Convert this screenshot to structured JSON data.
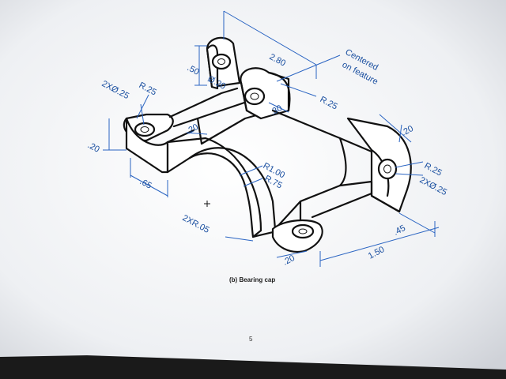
{
  "figure": {
    "caption": "(b) Bearing cap",
    "page_number": "5"
  },
  "dimensions": {
    "d_280": "2.80",
    "d_50": ".50",
    "d_phi20": "Ø.20",
    "d_r25_top": "R.25",
    "d_2xphi25_left": "2XØ.25",
    "d_20_left": ".20",
    "d_65": ".65",
    "d_20_mid": ".20",
    "d_30": ".30",
    "d_r25_mid": "R.25",
    "centered_line1": "Centered",
    "centered_line2": "on feature",
    "d_20_right": ".20",
    "d_r25_right": "R.25",
    "d_2xphi25_right": "2XØ.25",
    "d_r100": "R1.00",
    "d_r75": "R.75",
    "d_2xr05": "2XR.05",
    "d_20_bottom": ".20",
    "d_45": ".45",
    "d_150": "1.50"
  },
  "colors": {
    "dimension_blue": "#1a4fa0",
    "paper": "#f4f5f7",
    "outline": "#111111"
  }
}
